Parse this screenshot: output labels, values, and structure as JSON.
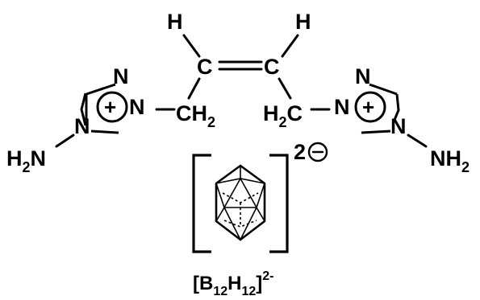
{
  "atoms": {
    "h_left": "H",
    "h_right": "H",
    "c_left": "C",
    "c_right": "C",
    "ch2_left_main": "CH",
    "ch2_left_sub": "2",
    "ch2_right_main": "H",
    "ch2_right_sub": "2",
    "ch2_right_c": "C",
    "n_left_top": "N",
    "n_left_side": "N",
    "n_left_bottom": "N",
    "n_right_top": "N",
    "n_right_side": "N",
    "n_right_bottom": "N",
    "nh2_left_h": "H",
    "nh2_left_sub": "2",
    "nh2_left_n": "N",
    "nh2_right_n": "NH",
    "nh2_right_sub": "2"
  },
  "cation_charge": "+",
  "anion_charge_number": "2",
  "anion_charge_sign": "−",
  "formula": {
    "open": "[B",
    "sub1": "12",
    "h": "H",
    "sub2": "12",
    "close": "]",
    "sup": "2-"
  }
}
